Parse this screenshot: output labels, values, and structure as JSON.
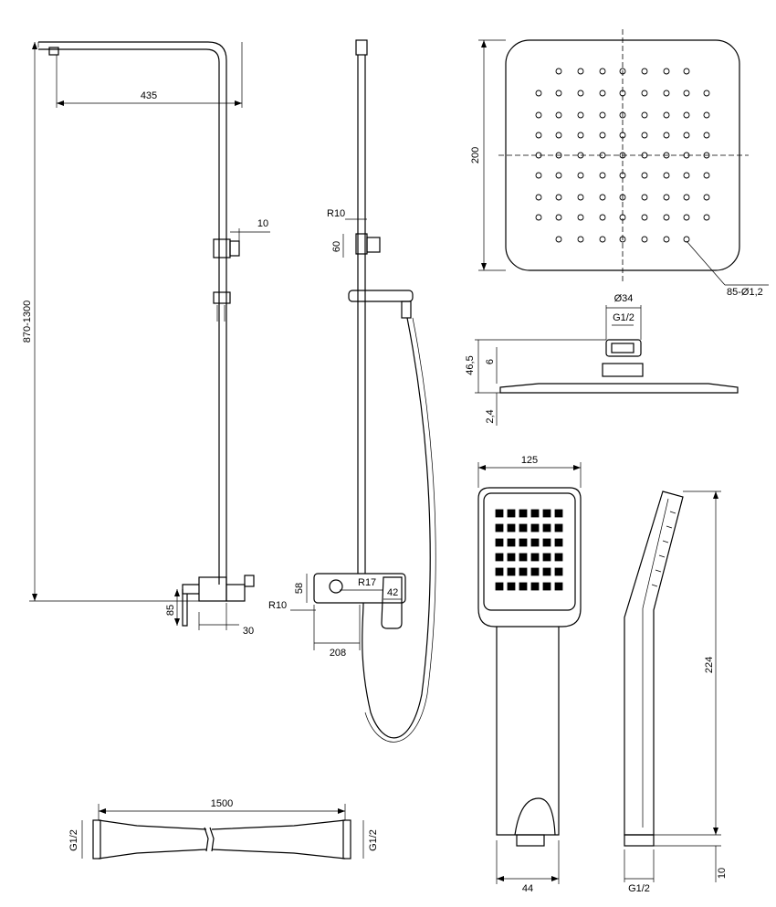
{
  "dimensions": {
    "arm_length": "435",
    "height_range": "870-1300",
    "bracket_gap": "10",
    "mixer_height": "85",
    "mixer_depth": "30",
    "bend_radius": "R10",
    "slider_height": "60",
    "mixer_body_height": "58",
    "mixer_radius_small": "R10",
    "mixer_radius_large": "R17",
    "handle_width": "42",
    "mixer_width": "208",
    "head_size": "200",
    "nozzles": "85-Ø1,2",
    "connector_diameter": "Ø34",
    "connector_thread": "G1/2",
    "head_height": "46,5",
    "connector_height": "6",
    "plate_thickness": "2,4",
    "hose_length": "1500",
    "hose_thread_left": "G1/2",
    "hose_thread_right": "G1/2",
    "hand_width": "125",
    "hand_length": "224",
    "hand_base_width": "44",
    "hand_thread": "G1/2",
    "hand_thread_length": "10"
  }
}
